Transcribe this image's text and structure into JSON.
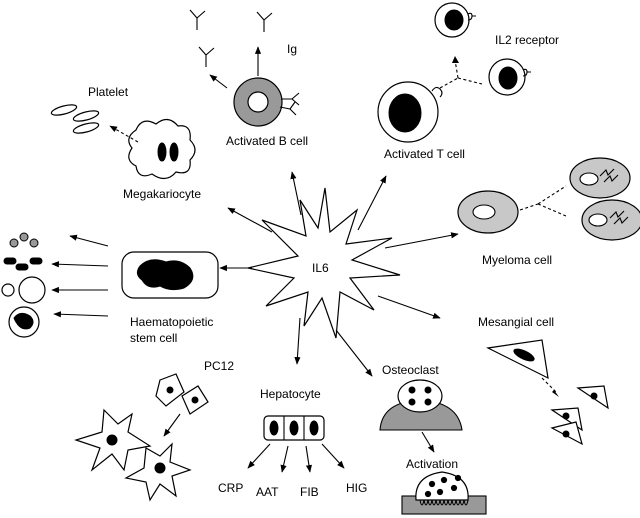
{
  "labels": {
    "center": "IL6",
    "ig": "Ig",
    "activated_b_cell": "Activated B cell",
    "il2_receptor": "IL2 receptor",
    "activated_t_cell": "Activated T cell",
    "platelet": "Platelet",
    "megakariocyte": "Megakariocyte",
    "myeloma_cell": "Myeloma cell",
    "haematopoietic_line1": "Haematopoietic",
    "haematopoietic_line2": "stem cell",
    "mesangial_cell": "Mesangial cell",
    "pc12": "PC12",
    "hepatocyte": "Hepatocyte",
    "osteoclast": "Osteoclast",
    "activation": "Activation",
    "crp": "CRP",
    "aat": "AAT",
    "fib": "FIB",
    "hig": "HIG"
  },
  "colors": {
    "line": "#000000",
    "cell_fill": "#ffffff",
    "grey_fill": "#c8c8c8",
    "dark_fill": "#000000",
    "light_grey": "#999999"
  }
}
